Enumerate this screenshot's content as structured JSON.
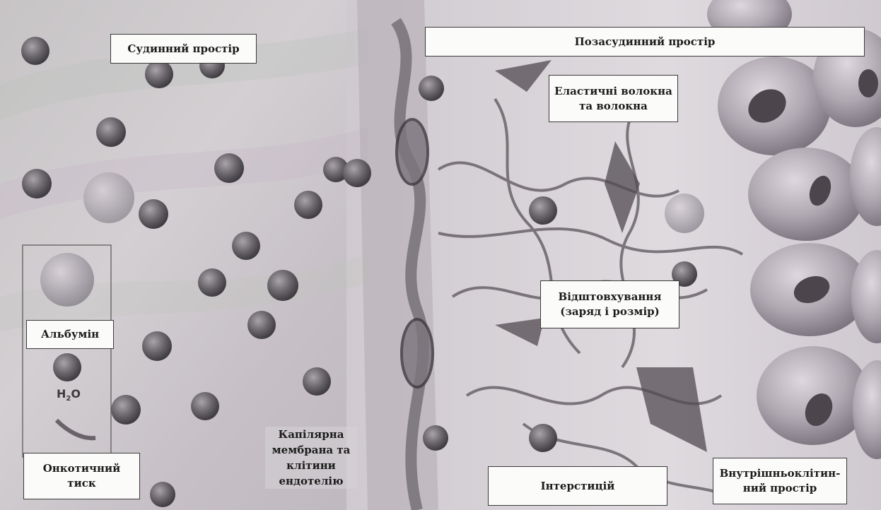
{
  "figure": {
    "labels": {
      "vascular_space": "Судинний простір",
      "extravascular_space": "Позасудинний простір",
      "elastic_fibers": "Еластичні волокна\nта волокна",
      "repulsion": "Відштовхування\n(заряд і розмір)",
      "albumin": "Альбумін",
      "oncotic_pressure": "Онкотичний\nтиск",
      "capillary_membrane": "Капілярна\nмембрана та\nклітини\nендотелію",
      "interstitium": "Інтерстицій",
      "intracellular_space": "Внутрішньоклітин-\nний простір"
    },
    "water_symbol": "H",
    "water_subscript": "2",
    "water_suffix": "O",
    "colors": {
      "background_left": "#c8c3c8",
      "background_right": "#d8d4d8",
      "albumin_sphere": "#5a575c",
      "cell": "#a7a0a8",
      "nucleus": "#4c464c",
      "fiber": "#5b555b",
      "label_fill": "#fbfbf9",
      "label_border": "#3a3a3a"
    }
  }
}
